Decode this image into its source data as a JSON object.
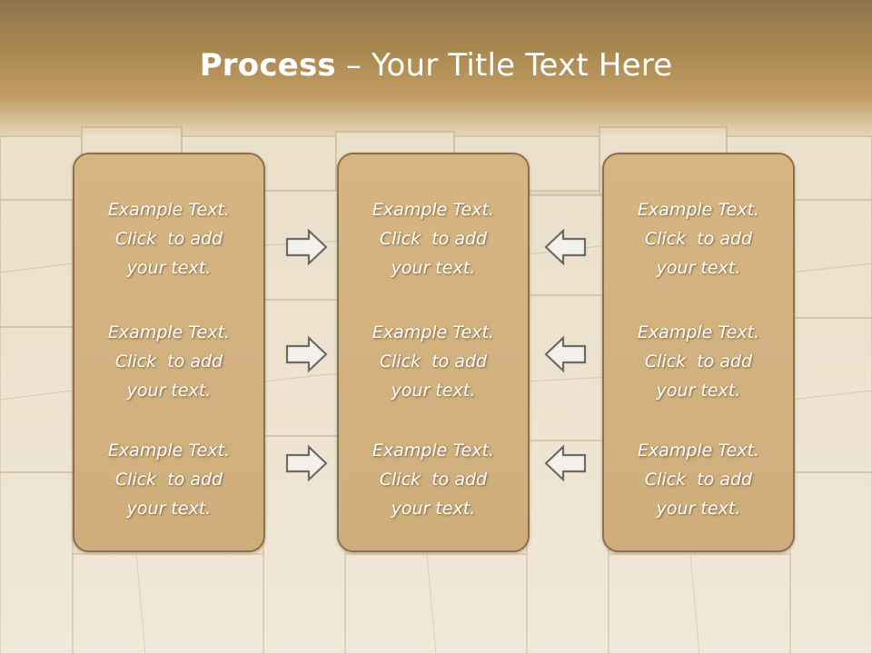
{
  "slide": {
    "title_bold": "Process",
    "title_rest": " – Your Title Text Here"
  },
  "panels": [
    {
      "items": [
        {
          "l1": "Example Text.",
          "l2": "Click  to add",
          "l3": "your text."
        },
        {
          "l1": "Example Text.",
          "l2": "Click  to add",
          "l3": "your text."
        },
        {
          "l1": "Example Text.",
          "l2": "Click  to add",
          "l3": "your text."
        }
      ]
    },
    {
      "items": [
        {
          "l1": "Example Text.",
          "l2": "Click  to add",
          "l3": "your text."
        },
        {
          "l1": "Example Text.",
          "l2": "Click  to add",
          "l3": "your text."
        },
        {
          "l1": "Example Text.",
          "l2": "Click  to add",
          "l3": "your text."
        }
      ]
    },
    {
      "items": [
        {
          "l1": "Example Text.",
          "l2": "Click  to add",
          "l3": "your text."
        },
        {
          "l1": "Example Text.",
          "l2": "Click  to add",
          "l3": "your text."
        },
        {
          "l1": "Example Text.",
          "l2": "Click  to add",
          "l3": "your text."
        }
      ]
    }
  ],
  "arrows": {
    "left_column": "right-arrow-icon",
    "right_column": "left-arrow-icon"
  },
  "colors": {
    "title_band": "#a8874f",
    "panel_fill": "#d3b280",
    "panel_border": "#8b7150",
    "text": "#ffffff"
  }
}
